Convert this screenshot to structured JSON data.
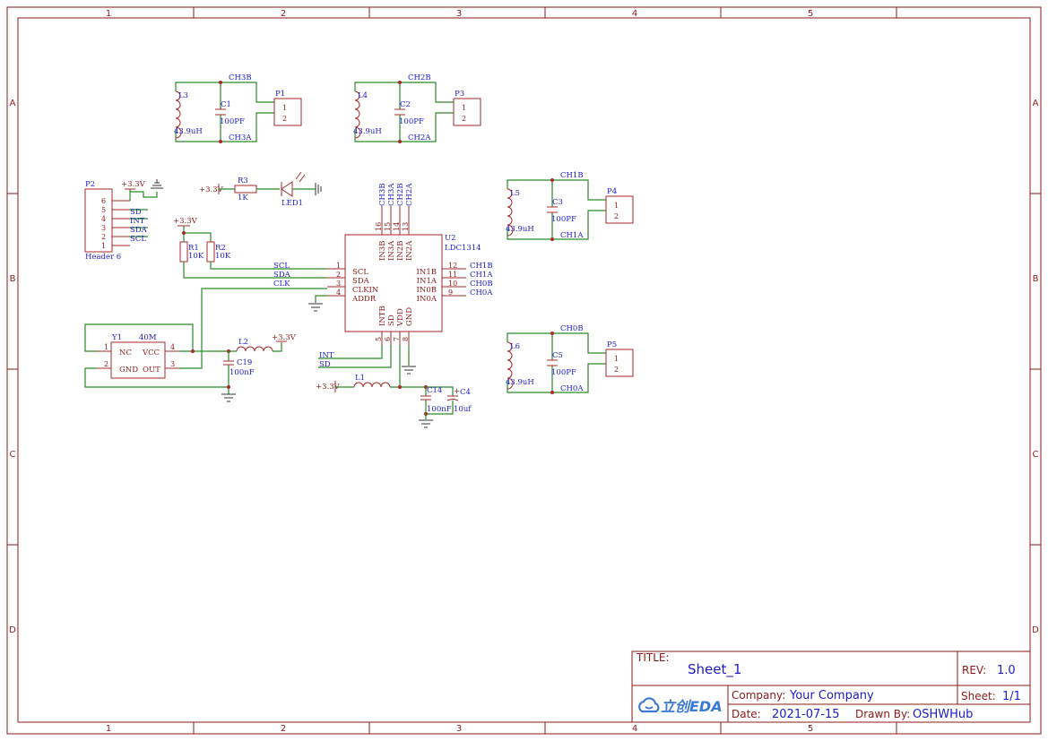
{
  "frame": {
    "columns": [
      "1",
      "2",
      "3",
      "4",
      "5"
    ],
    "rows": [
      "A",
      "B",
      "C",
      "D"
    ]
  },
  "title_block": {
    "title_label": "TITLE:",
    "title": "Sheet_1",
    "rev_label": "REV:",
    "rev": "1.0",
    "company_label": "Company:",
    "company": "Your Company",
    "sheet_label": "Sheet:",
    "sheet": "1/1",
    "date_label": "Date:",
    "date": "2021-07-15",
    "drawn_label": "Drawn By:",
    "drawn": "OSHWHub",
    "logo": "立创EDA",
    "logo_icon": "cloud-icon"
  },
  "tanks": [
    {
      "ind": "L3",
      "ind_val": "43.9uH",
      "cap": "C1",
      "cap_val": "100PF",
      "top": "CH3B",
      "bot": "CH3A",
      "conn": "P1",
      "p1": "1",
      "p2": "2"
    },
    {
      "ind": "L4",
      "ind_val": "43.9uH",
      "cap": "C2",
      "cap_val": "100PF",
      "top": "CH2B",
      "bot": "CH2A",
      "conn": "P3",
      "p1": "1",
      "p2": "2"
    },
    {
      "ind": "L5",
      "ind_val": "43.9uH",
      "cap": "C3",
      "cap_val": "100PF",
      "top": "CH1B",
      "bot": "CH1A",
      "conn": "P4",
      "p1": "1",
      "p2": "2"
    },
    {
      "ind": "L6",
      "ind_val": "43.9uH",
      "cap": "C5",
      "cap_val": "100PF",
      "top": "CH0B",
      "bot": "CH0A",
      "conn": "P5",
      "p1": "1",
      "p2": "2"
    }
  ],
  "header": {
    "ref": "P2",
    "name": "Header 6",
    "vcc": "+3.3V",
    "pins": [
      "6",
      "5",
      "4",
      "3",
      "2",
      "1"
    ],
    "nets": [
      "SD",
      "INT",
      "SDA",
      "SCL"
    ]
  },
  "led": {
    "vcc": "+3.3V",
    "res": "R3",
    "res_val": "1K",
    "led": "LED1"
  },
  "pullups": {
    "vcc": "+3.3V",
    "r1": "R1",
    "r1_val": "10K",
    "r2": "R2",
    "r2_val": "10K"
  },
  "ic": {
    "ref": "U2",
    "part": "LDC1314",
    "top_pins": [
      {
        "name": "IN3B",
        "num": "16",
        "net": "CH3B"
      },
      {
        "name": "IN3A",
        "num": "15",
        "net": "CH3A"
      },
      {
        "name": "IN2B",
        "num": "14",
        "net": "CH2B"
      },
      {
        "name": "IN2A",
        "num": "13",
        "net": "CH2A"
      }
    ],
    "left_pins": [
      {
        "name": "SCL",
        "num": "1",
        "net": "SCL"
      },
      {
        "name": "SDA",
        "num": "2",
        "net": "SDA"
      },
      {
        "name": "CLKIN",
        "num": "3",
        "net": "CLK"
      },
      {
        "name": "ADDR",
        "num": "4",
        "net": ""
      }
    ],
    "right_pins": [
      {
        "name": "IN1B",
        "num": "12",
        "net": "CH1B"
      },
      {
        "name": "IN1A",
        "num": "11",
        "net": "CH1A"
      },
      {
        "name": "IN0B",
        "num": "10",
        "net": "CH0B"
      },
      {
        "name": "IN0A",
        "num": "9",
        "net": "CH0A"
      }
    ],
    "bottom_pins": [
      {
        "name": "INTB",
        "num": "5"
      },
      {
        "name": "SD",
        "num": "6"
      },
      {
        "name": "VDD",
        "num": "7"
      },
      {
        "name": "GND",
        "num": "8"
      }
    ],
    "bottom_nets": [
      "INT",
      "SD"
    ]
  },
  "osc": {
    "ref": "Y1",
    "val": "40M",
    "pins": [
      {
        "name": "NC",
        "num": "1"
      },
      {
        "name": "GND",
        "num": "2"
      },
      {
        "name": "VCC",
        "num": "4"
      },
      {
        "name": "OUT",
        "num": "3"
      }
    ],
    "ind": "L2",
    "vcc": "+3.3V",
    "cap": "C19",
    "cap_val": "100nF"
  },
  "supply": {
    "vcc": "+3.3V",
    "ind": "L1",
    "c1": "C14",
    "c1_val": "100nF",
    "c2": "C4",
    "c2_val": "10uf"
  }
}
